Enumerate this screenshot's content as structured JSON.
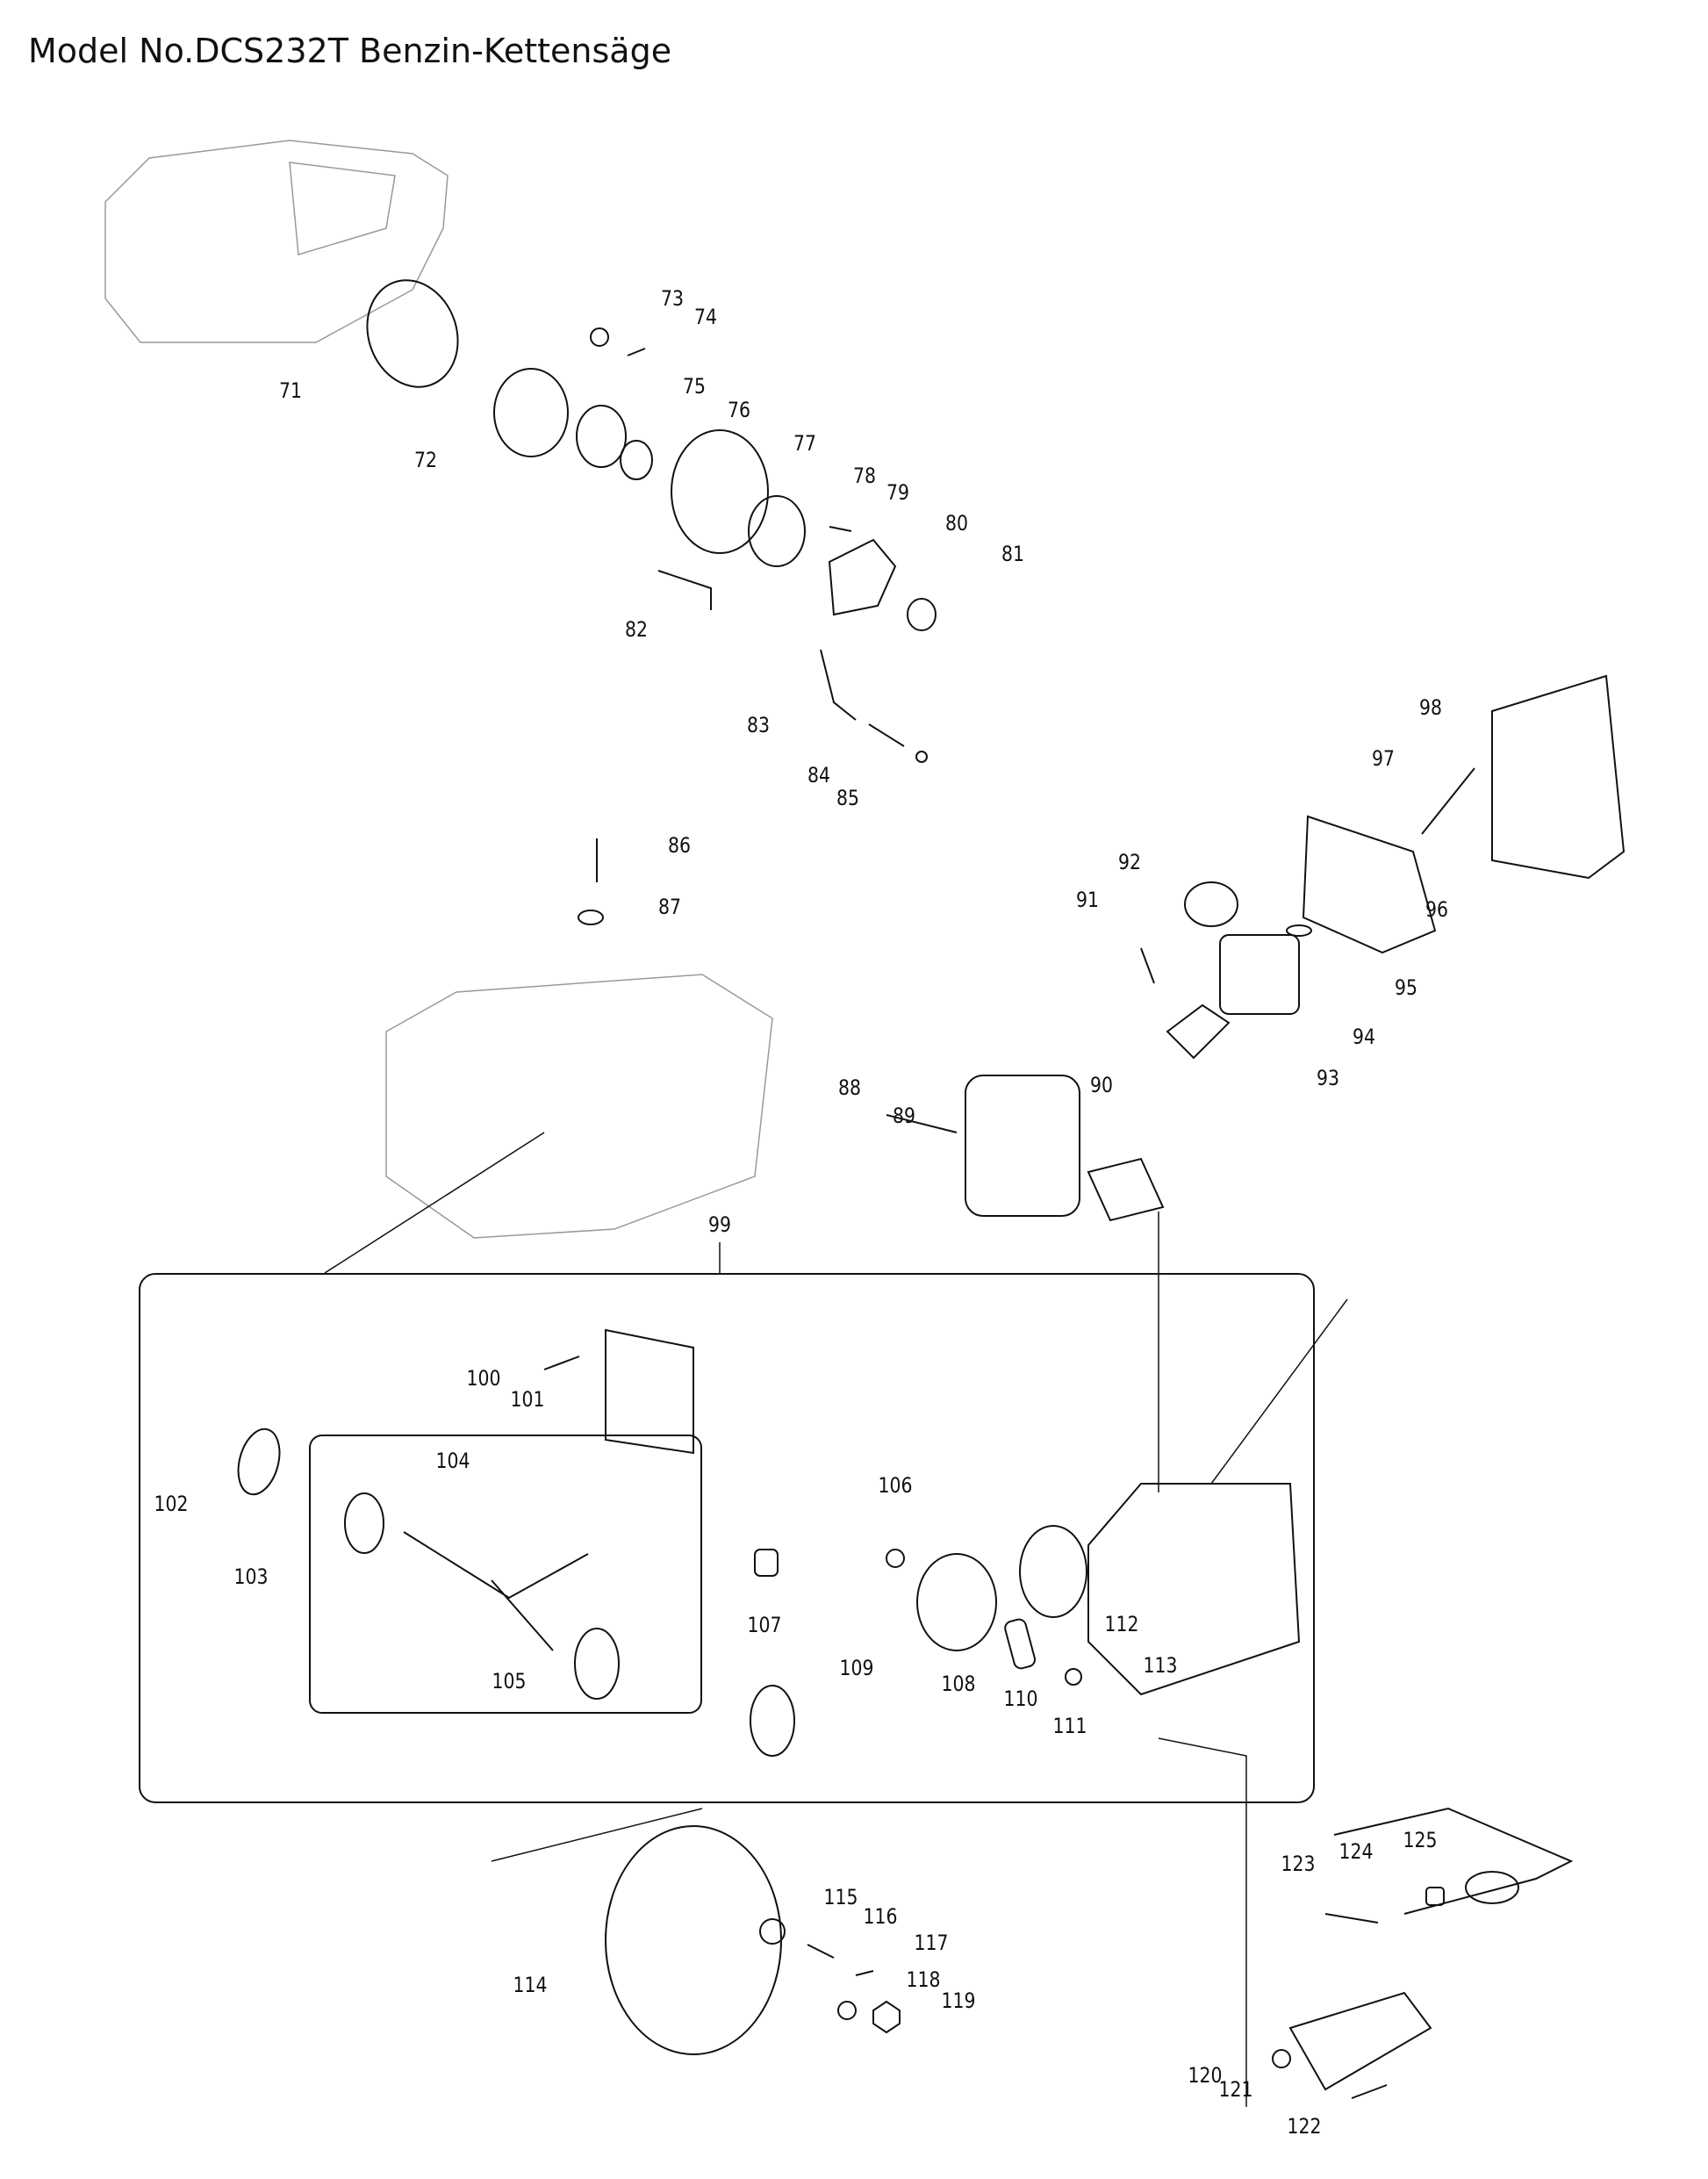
{
  "title": "Model No.DCS232T Benzin-Kettensäge",
  "labels": {
    "p71": "71",
    "p72": "72",
    "p73": "73",
    "p74": "74",
    "p75": "75",
    "p76": "76",
    "p77": "77",
    "p78": "78",
    "p79": "79",
    "p80": "80",
    "p81": "81",
    "p82": "82",
    "p83": "83",
    "p84": "84",
    "p85": "85",
    "p86": "86",
    "p87": "87",
    "p88": "88",
    "p89": "89",
    "p90": "90",
    "p91": "91",
    "p92": "92",
    "p93": "93",
    "p94": "94",
    "p95": "95",
    "p96": "96",
    "p97": "97",
    "p98": "98",
    "p99": "99",
    "p100": "100",
    "p101": "101",
    "p102": "102",
    "p103": "103",
    "p104": "104",
    "p105": "105",
    "p106": "106",
    "p107": "107",
    "p108": "108",
    "p109": "109",
    "p110": "110",
    "p111": "111",
    "p112": "112",
    "p113": "113",
    "p114": "114",
    "p115": "115",
    "p116": "116",
    "p117": "117",
    "p118": "118",
    "p119": "119",
    "p120": "120",
    "p121": "121",
    "p122": "122",
    "p123": "123",
    "p124": "124",
    "p125": "125"
  }
}
